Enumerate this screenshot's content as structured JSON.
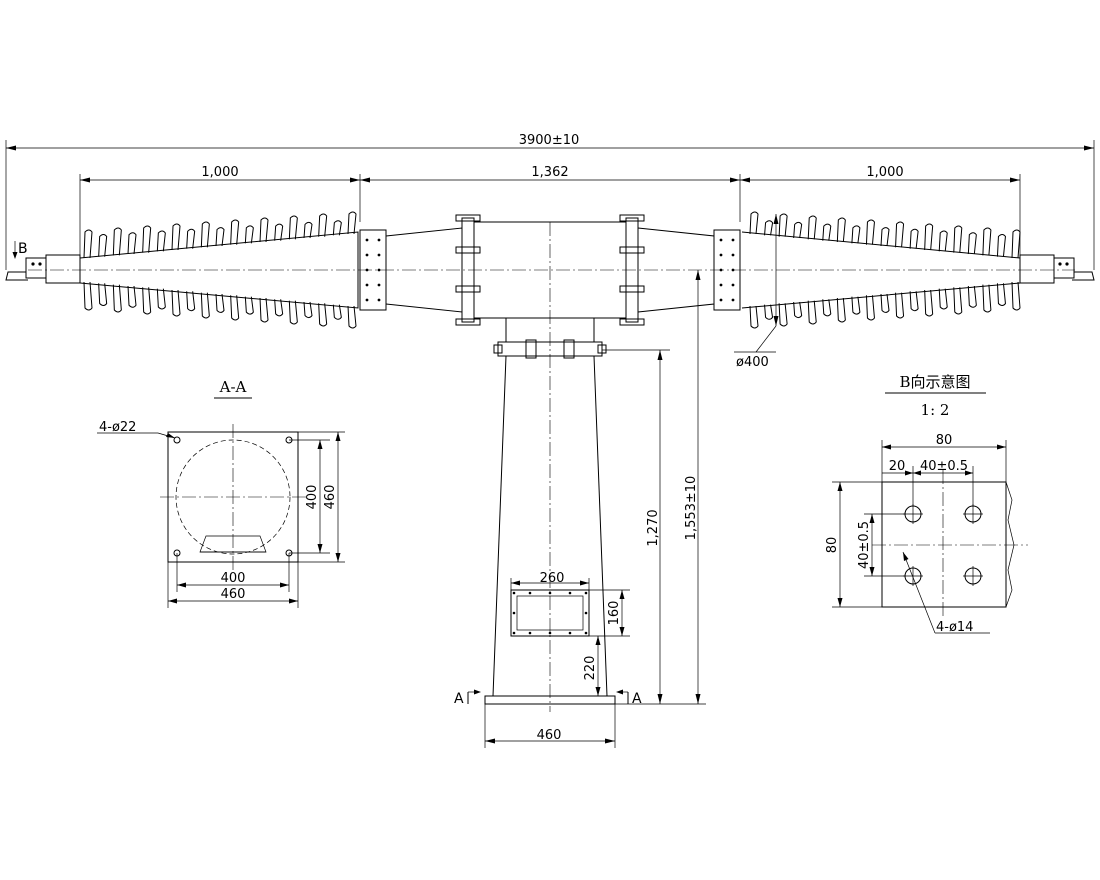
{
  "dims": {
    "overall": "3900±10",
    "left_span": "1,000",
    "mid_span": "1,362",
    "right_span": "1,000",
    "shed_dia": "ø400",
    "height_mid": "1,270",
    "height_total": "1,553±10",
    "window_width": "260",
    "window_height": "160",
    "window_elev": "220",
    "base_width": "460"
  },
  "labels": {
    "arrow_b": "B",
    "section_mark_left": "A",
    "section_mark_right": "A"
  },
  "section_aa": {
    "title": "A-A",
    "holes": "4-ø22",
    "inner_h": "400",
    "outer_h": "460",
    "inner_w": "400",
    "outer_w": "460"
  },
  "view_b": {
    "title": "B向示意图",
    "scale": "1: 2",
    "width": "80",
    "offset": "20",
    "pitch_x": "40±0.5",
    "height": "80",
    "pitch_y": "40±0.5",
    "holes": "4-ø14"
  }
}
